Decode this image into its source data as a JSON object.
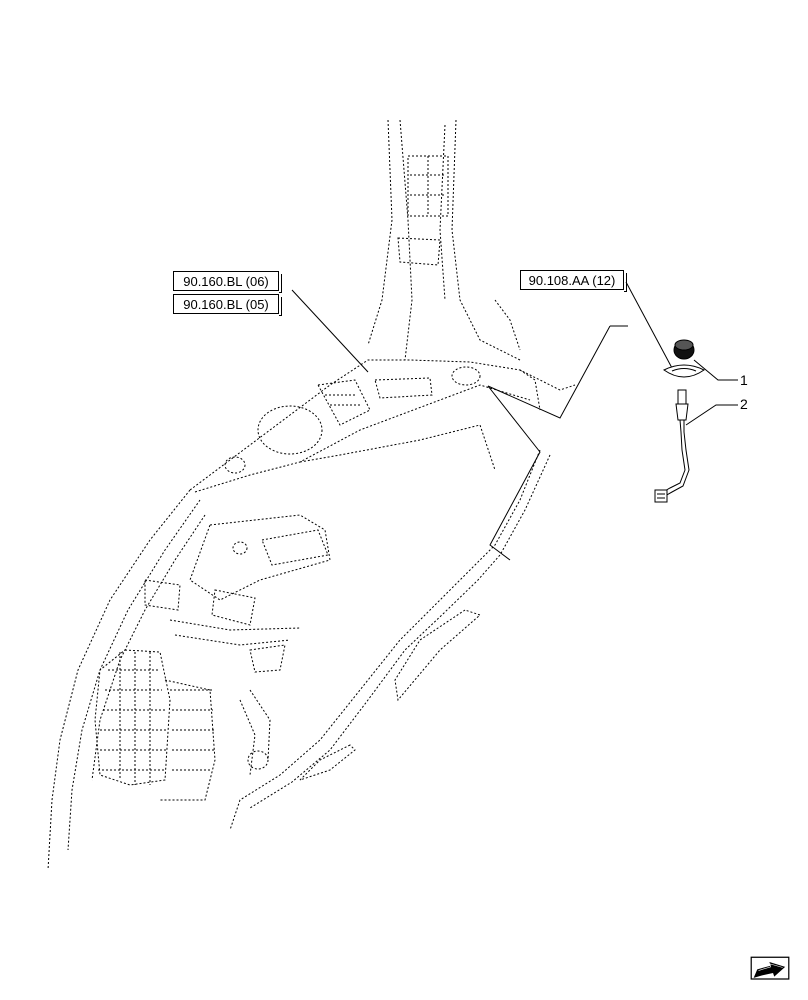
{
  "references": {
    "ref_a": "90.160.BL (06)",
    "ref_b": "90.160.BL (05)",
    "ref_c": "90.108.AA (12)"
  },
  "callouts": {
    "item_1": "1",
    "item_2": "2"
  },
  "icons": {
    "nav": "next-page-arrow-icon"
  }
}
